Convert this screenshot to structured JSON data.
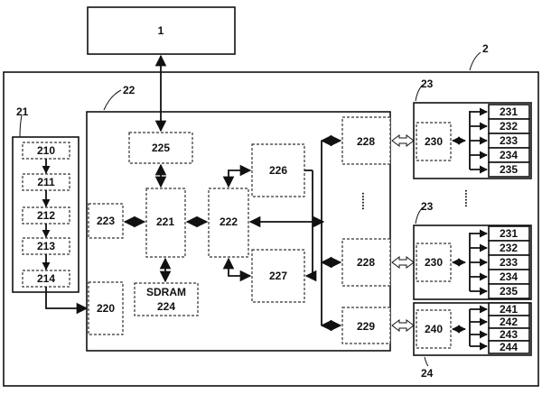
{
  "labels": {
    "host": "1",
    "system": "2",
    "controller": "22",
    "module_a_top": "23",
    "module_a_mid": "23",
    "module_b": "24",
    "sequence": "21",
    "seq_items": [
      "210",
      "211",
      "212",
      "213",
      "214"
    ],
    "b223": "223",
    "b225": "225",
    "b221": "221",
    "b222": "222",
    "b226": "226",
    "b227": "227",
    "b228_top": "228",
    "b228_bot": "228",
    "b229": "229",
    "b220": "220",
    "sdram": "SDRAM",
    "sdram_num": "224",
    "b230_top": "230",
    "b230_mid": "230",
    "b240": "240",
    "ch_top": [
      "231",
      "232",
      "233",
      "234",
      "235"
    ],
    "ch_mid": [
      "231",
      "232",
      "233",
      "234",
      "235"
    ],
    "ch_b": [
      "241",
      "242",
      "243",
      "244"
    ],
    "ellipsis_h": "......",
    "ellipsis_v": "......"
  }
}
